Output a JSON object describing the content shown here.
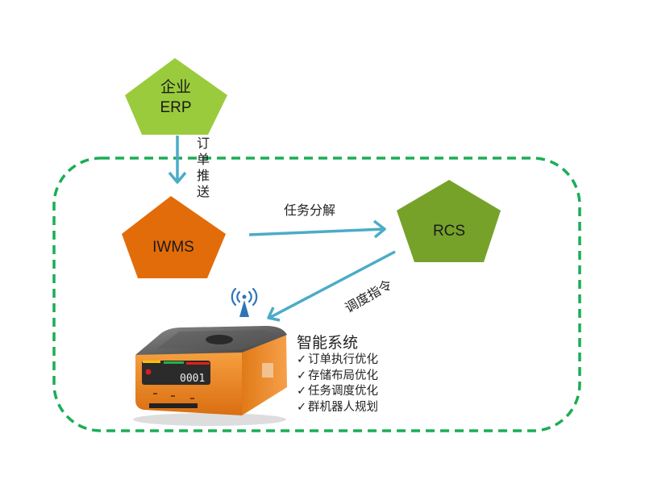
{
  "nodes": {
    "erp": {
      "line1": "企业",
      "line2": "ERP",
      "color": "#9ACB3C"
    },
    "iwms": {
      "label": "IWMS",
      "color": "#E36C0A"
    },
    "rcs": {
      "label": "RCS",
      "color": "#76A22A"
    }
  },
  "edges": {
    "erp_to_iwms": {
      "label_chars": [
        "订",
        "单",
        "推",
        "送"
      ]
    },
    "iwms_to_rcs": {
      "label": "任务分解"
    },
    "rcs_to_robot": {
      "label": "调度指令"
    }
  },
  "colors": {
    "arrow": "#4BACC6",
    "boundary": "#1AAE55",
    "antenna": "#2E75B6",
    "robot_body": "#F08A24",
    "robot_top": "#4A4A4A"
  },
  "robot": {
    "display_number": "0001",
    "indicator_colors": [
      "#F5C400",
      "#22B14C",
      "#E02020"
    ]
  },
  "system": {
    "title": "智能系统",
    "check_glyph": "✓",
    "features": [
      "订单执行优化",
      "存储布局优化",
      "任务调度优化",
      "群机器人规划"
    ]
  }
}
